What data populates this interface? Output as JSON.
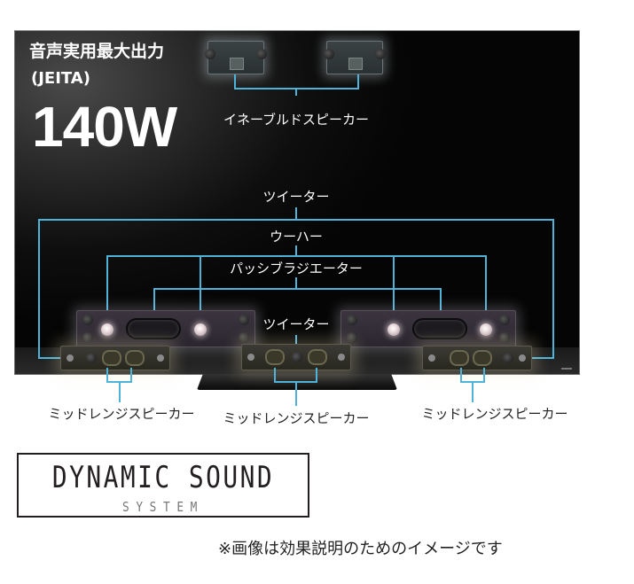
{
  "headline": {
    "title": "音声実用最大出力",
    "standard": "(JEITA)",
    "output": "140W"
  },
  "speakers": {
    "enable": "イネーブルドスピーカー",
    "tweeter_top": "ツイーター",
    "woofer": "ウーハー",
    "passive_radiator": "パッシブラジエーター",
    "tweeter_center": "ツイーター",
    "midrange_left": "ミッドレンジスピーカー",
    "midrange_center": "ミッドレンジスピーカー",
    "midrange_right": "ミッドレンジスピーカー"
  },
  "logo": {
    "main": "DYNAMIC SOUND",
    "sub": "SYSTEM"
  },
  "disclaimer": "※画像は効果説明のためのイメージです",
  "colors": {
    "callout_line": "#4fb3d9",
    "tv_panel": "#0e0e0e",
    "logo_text": "#231f20",
    "logo_sub": "#777777"
  }
}
